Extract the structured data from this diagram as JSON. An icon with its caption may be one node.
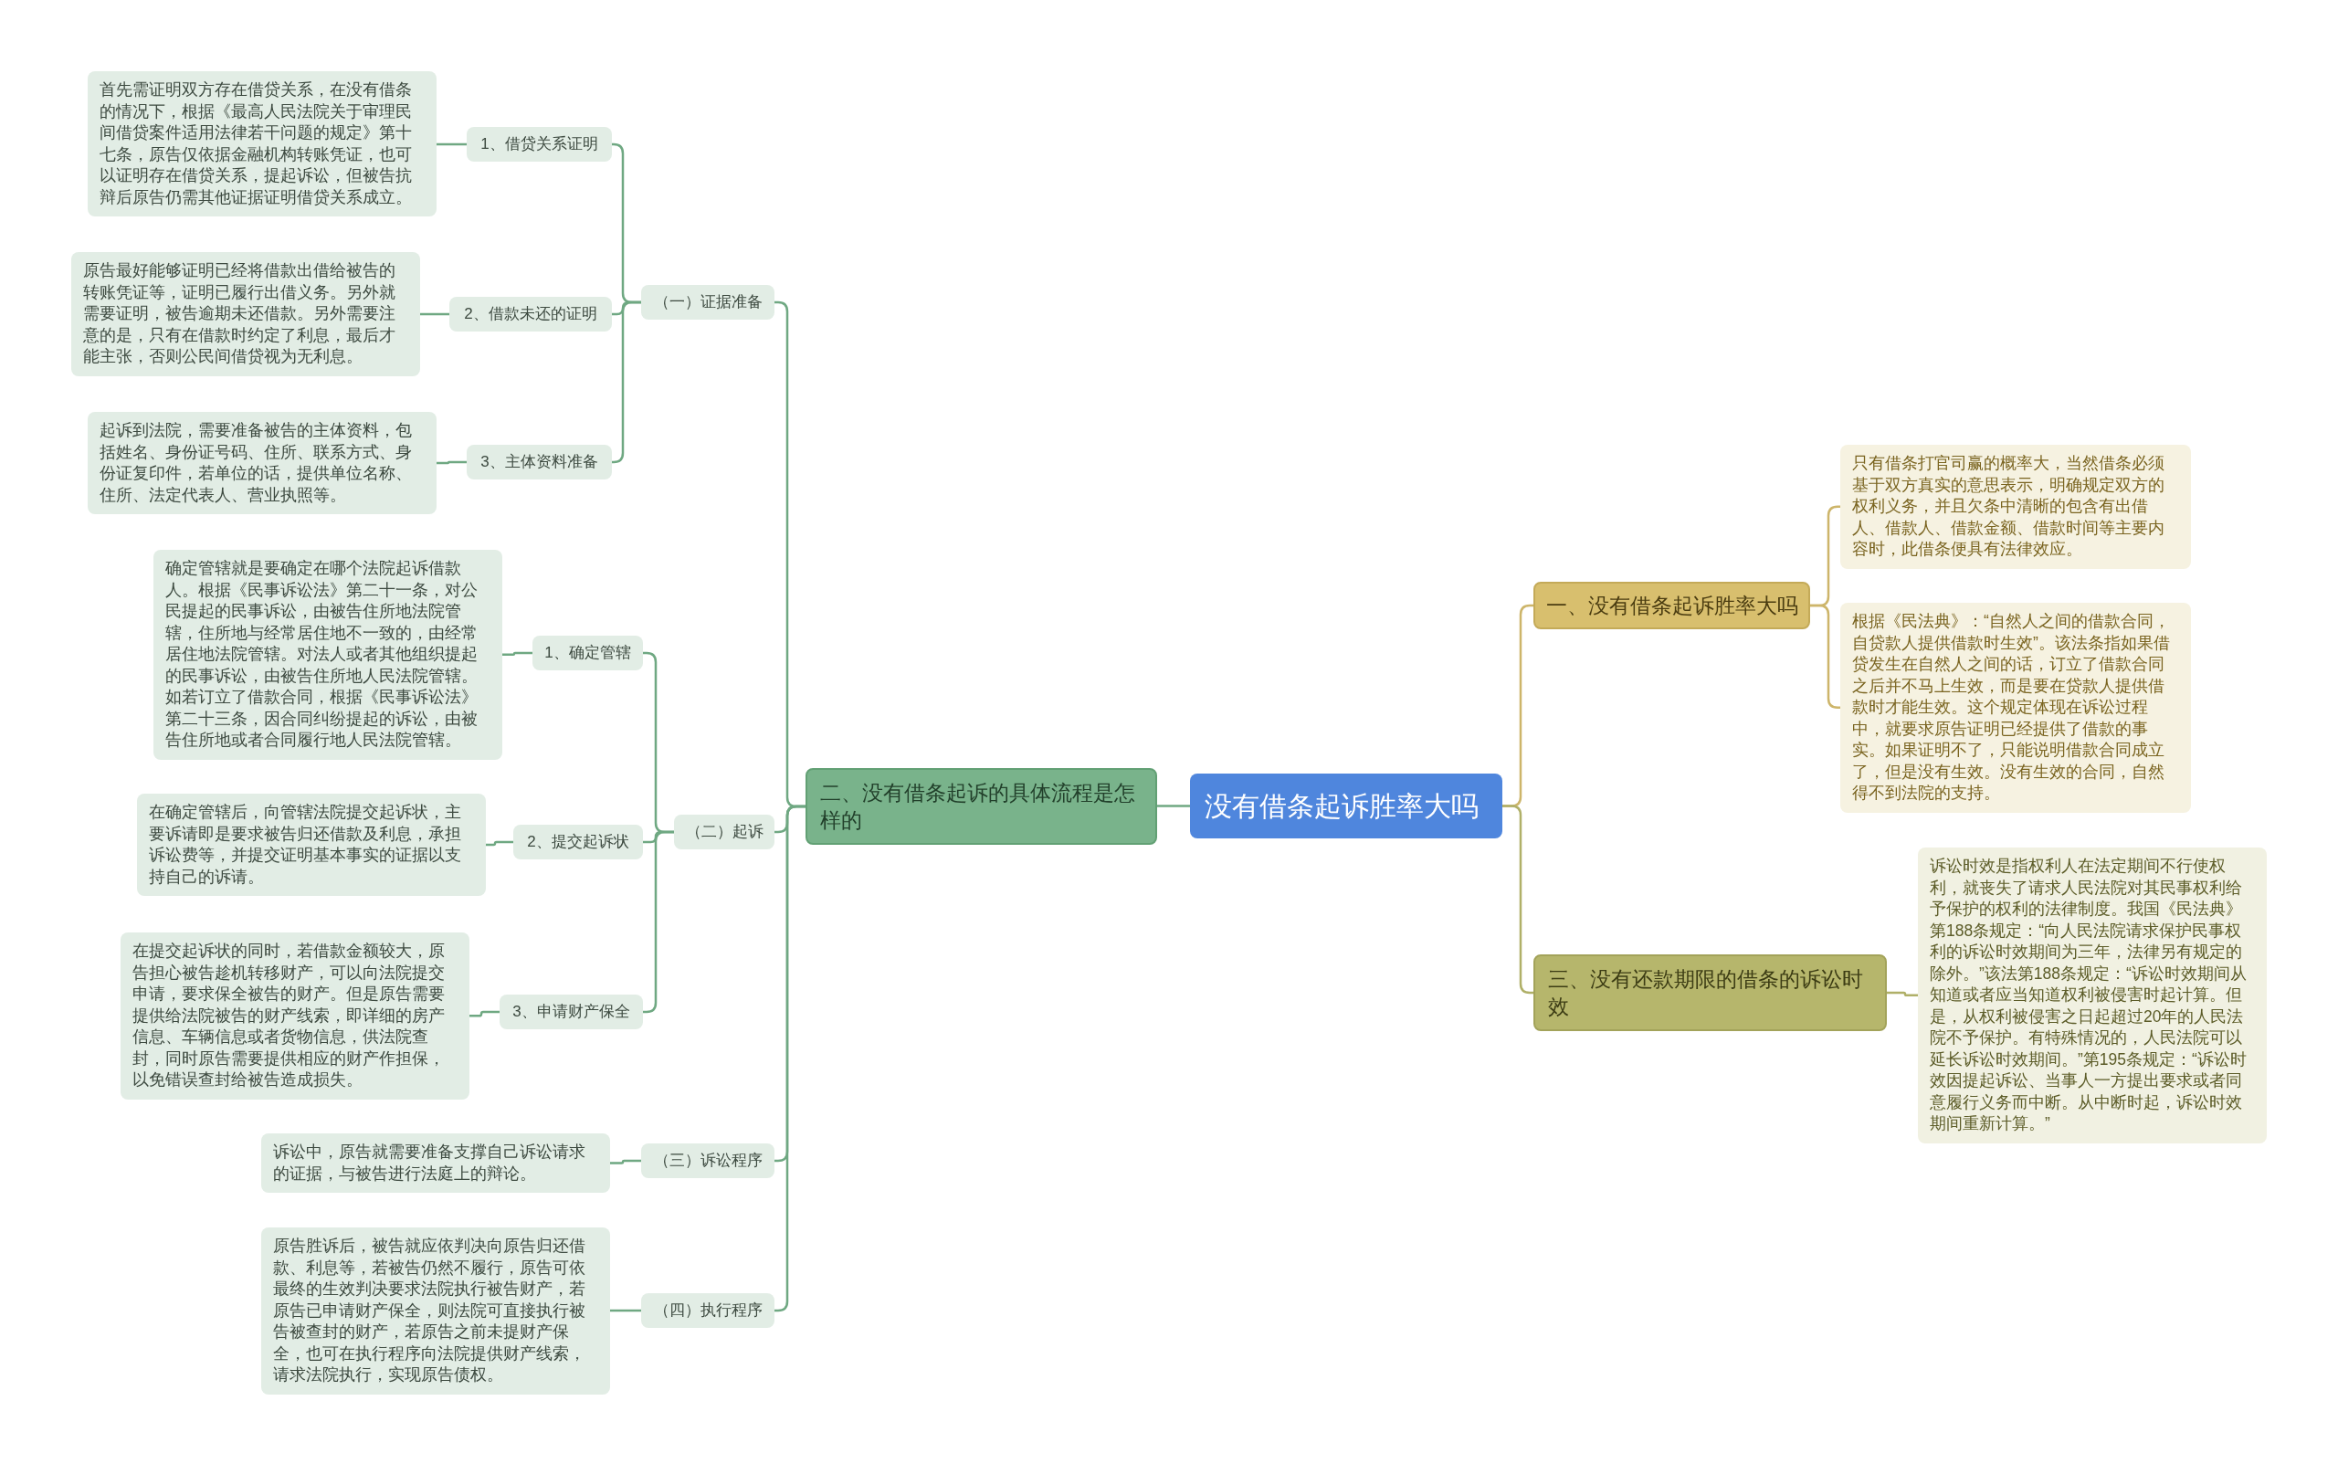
{
  "diagram": {
    "nodes": [
      {
        "text": [
          "没有借条起诉胜率大吗"
        ]
      },
      {
        "text": [
          "一、没有借条起诉胜率大吗"
        ]
      },
      {
        "text": [
          "只有借条打官司赢的概率大，当然借条必须基于双方真实的意思表示，明确规定双方的权利义务，并且欠条中清晰的包含有出借人、借款人、借款金额、借款时间等主要内容时，此借条便具有法律效应。"
        ]
      },
      {
        "text": [
          "根据《民法典》：“自然人之间的借款合同，自贷款人提供借款时生效”。该法条指如果借贷发生在自然人之间的话，订立了借款合同之后并不马上生效，而是要在贷款人提供借款时才能生效。这个规定体现在诉讼过程中，就要求原告证明已经提供了借款的事实。如果证明不了，只能说明借款合同成立了，但是没有生效。没有生效的合同，自然得不到法院的支持。"
        ]
      },
      {
        "text": [
          "三、没有还款期限的借条的诉讼时效"
        ]
      },
      {
        "text": [
          "诉讼时效是指权利人在法定期间不行使权利，就丧失了请求人民法院对其民事权利给予保护的权利的法律制度。我国《民法典》第188条规定：“向人民法院请求保护民事权利的诉讼时效期间为三年，法律另有规定的除外。”该法第188条规定：“诉讼时效期间从知道或者应当知道权利被侵害时起计算。但是，从权利被侵害之日起超过20年的人民法院不予保护。有特殊情况的，人民法院可以延长诉讼时效期间。”第195条规定：“诉讼时效因提起诉讼、当事人一方提出要求或者同意履行义务而中断。从中断时起，诉讼时效期间重新计算。”"
        ]
      },
      {
        "text": [
          "二、没有借条起诉的具体流程是怎样的"
        ]
      },
      {
        "text": [
          "（一）证据准备"
        ]
      },
      {
        "text": [
          "1、借贷关系证明"
        ]
      },
      {
        "text": [
          "首先需证明双方存在借贷关系，在没有借条的情况下，根据《最高人民法院关于审理民间借贷案件适用法律若干问题的规定》第十七条，原告仅依据金融机构转账凭证，也可以证明存在借贷关系，提起诉讼，但被告抗辩后原告仍需其他证据证明借贷关系成立。"
        ]
      },
      {
        "text": [
          "2、借款未还的证明"
        ]
      },
      {
        "text": [
          "原告最好能够证明已经将借款出借给被告的转账凭证等，证明已履行出借义务。另外就需要证明，被告逾期未还借款。另外需要注意的是，只有在借款时约定了利息，最后才能主张，否则公民间借贷视为无利息。"
        ]
      },
      {
        "text": [
          "3、主体资料准备"
        ]
      },
      {
        "text": [
          "起诉到法院，需要准备被告的主体资料，包括姓名、身份证号码、住所、联系方式、身份证复印件，若单位的话，提供单位名称、住所、法定代表人、营业执照等。"
        ]
      },
      {
        "text": [
          "（二）起诉"
        ]
      },
      {
        "text": [
          "1、确定管辖"
        ]
      },
      {
        "text": [
          "确定管辖就是要确定在哪个法院起诉借款人。根据《民事诉讼法》第二十一条，对公民提起的民事诉讼，由被告住所地法院管辖，住所地与经常居住地不一致的，由经常居住地法院管辖。对法人或者其他组织提起的民事诉讼，由被告住所地人民法院管辖。如若订立了借款合同，根据《民事诉讼法》第二十三条，因合同纠纷提起的诉讼，由被告住所地或者合同履行地人民法院管辖。"
        ]
      },
      {
        "text": [
          "2、提交起诉状"
        ]
      },
      {
        "text": [
          "在确定管辖后，向管辖法院提交起诉状，主要诉请即是要求被告归还借款及利息，承担诉讼费等，并提交证明基本事实的证据以支持自己的诉请。"
        ]
      },
      {
        "text": [
          "3、申请财产保全"
        ]
      },
      {
        "text": [
          "在提交起诉状的同时，若借款金额较大，原告担心被告趁机转移财产，可以向法院提交申请，要求保全被告的财产。但是原告需要提供给法院被告的财产线索，即详细的房产信息、车辆信息或者货物信息，供法院查封，同时原告需要提供相应的财产作担保，以免错误查封给被告造成损失。"
        ]
      },
      {
        "text": [
          "（三）诉讼程序"
        ]
      },
      {
        "text": [
          "诉讼中，原告就需要准备支撑自己诉讼请求的证据，与被告进行法庭上的辩论。"
        ]
      },
      {
        "text": [
          "（四）执行程序"
        ]
      },
      {
        "text": [
          "原告胜诉后，被告就应依判决向原告归还借款、利息等，若被告仍然不履行，原告可依最终的生效判决要求法院执行被告财产，若原告已申请财产保全，则法院可直接执行被告被查封的财产，若原告之前未提财产保全，也可在执行程序向法院提供财产线索，请求法院执行，实现原告债权。"
        ]
      }
    ],
    "edges": [
      {
        "from": 0,
        "to": 1,
        "arrow": "none",
        "color": "#cdb56a"
      },
      {
        "from": 1,
        "to": 2,
        "arrow": "none",
        "color": "#cdb56a"
      },
      {
        "from": 1,
        "to": 3,
        "arrow": "none",
        "color": "#cdb56a"
      },
      {
        "from": 0,
        "to": 4,
        "arrow": "none",
        "color": "#b0b068"
      },
      {
        "from": 4,
        "to": 5,
        "arrow": "none",
        "color": "#b0b068"
      },
      {
        "from": 0,
        "to": 6,
        "arrow": "none"
      },
      {
        "from": 6,
        "to": 7,
        "arrow": "none"
      },
      {
        "from": 7,
        "to": 8,
        "arrow": "none"
      },
      {
        "from": 8,
        "to": 9,
        "arrow": "none"
      },
      {
        "from": 7,
        "to": 10,
        "arrow": "none"
      },
      {
        "from": 10,
        "to": 11,
        "arrow": "none"
      },
      {
        "from": 7,
        "to": 12,
        "arrow": "none"
      },
      {
        "from": 12,
        "to": 13,
        "arrow": "none"
      },
      {
        "from": 6,
        "to": 14,
        "arrow": "none"
      },
      {
        "from": 14,
        "to": 15,
        "arrow": "none"
      },
      {
        "from": 15,
        "to": 16,
        "arrow": "none"
      },
      {
        "from": 14,
        "to": 17,
        "arrow": "none"
      },
      {
        "from": 17,
        "to": 18,
        "arrow": "none"
      },
      {
        "from": 14,
        "to": 19,
        "arrow": "none"
      },
      {
        "from": 19,
        "to": 20,
        "arrow": "none"
      },
      {
        "from": 6,
        "to": 21,
        "arrow": "none"
      },
      {
        "from": 21,
        "to": 22,
        "arrow": "none"
      },
      {
        "from": 6,
        "to": 23,
        "arrow": "none"
      },
      {
        "from": 23,
        "to": 24,
        "arrow": "none"
      }
    ]
  }
}
